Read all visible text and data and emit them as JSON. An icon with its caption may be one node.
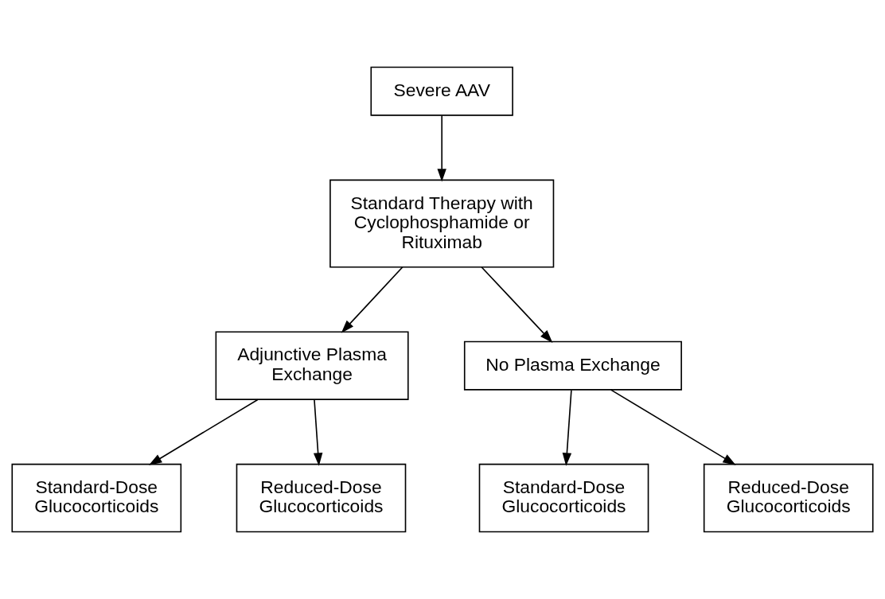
{
  "diagram": {
    "nodes": [
      {
        "text": [
          "Severe AAV"
        ]
      },
      {
        "text": [
          "Standard Therapy with Cyclophosphamide or Rituximab"
        ]
      },
      {
        "text": [
          "Adjunctive Plasma Exchange"
        ]
      },
      {
        "text": [
          "No Plasma Exchange"
        ]
      },
      {
        "text": [
          "Standard-Dose Glucocorticoids"
        ]
      },
      {
        "text": [
          "Reduced-Dose Glucocorticoids"
        ]
      },
      {
        "text": [
          "Standard-Dose Glucocorticoids"
        ]
      },
      {
        "text": [
          "Reduced-Dose Glucocorticoids"
        ]
      }
    ],
    "edges": [
      {
        "from": 0,
        "to": 1,
        "arrow": "to"
      },
      {
        "from": 1,
        "to": 2,
        "arrow": "to"
      },
      {
        "from": 1,
        "to": 3,
        "arrow": "to"
      },
      {
        "from": 2,
        "to": 4,
        "arrow": "to"
      },
      {
        "from": 2,
        "to": 5,
        "arrow": "to"
      },
      {
        "from": 3,
        "to": 6,
        "arrow": "to"
      },
      {
        "from": 3,
        "to": 7,
        "arrow": "to"
      }
    ]
  }
}
